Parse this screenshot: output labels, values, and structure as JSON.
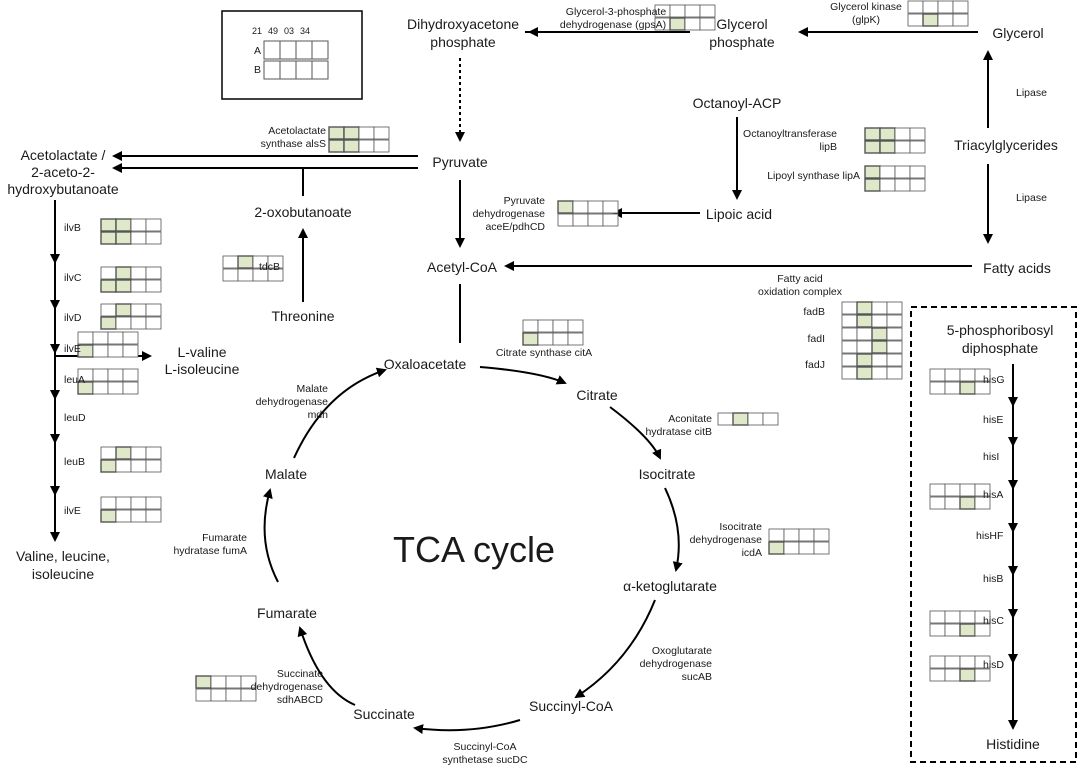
{
  "title": "TCA cycle",
  "legend": {
    "columns": [
      "21",
      "49",
      "03",
      "34"
    ],
    "rows": [
      "A",
      "B"
    ]
  },
  "metabolites": {
    "dhap": [
      "Dihydroxyacetone",
      "phosphate"
    ],
    "glycerol_phosphate": [
      "Glycerol",
      "phosphate"
    ],
    "glycerol": "Glycerol",
    "triacylglycerides": "Triacylglycerides",
    "fatty_acids": "Fatty acids",
    "octanoyl_acp": "Octanoyl-ACP",
    "lipoic_acid": "Lipoic acid",
    "pyruvate": "Pyruvate",
    "acetyl_coa": "Acetyl-CoA",
    "acetolactate": [
      "Acetolactate /",
      "2-aceto-2-",
      "hydroxybutanoate"
    ],
    "oxobutanoate": "2-oxobutanoate",
    "threonine": "Threonine",
    "l_valine": [
      "L-valine",
      "L-isoleucine"
    ],
    "valine": [
      "Valine, leucine,",
      "isoleucine"
    ],
    "oxaloacetate": "Oxaloacetate",
    "citrate": "Citrate",
    "isocitrate": "Isocitrate",
    "akg": "α-ketoglutarate",
    "succinyl_coa": "Succinyl-CoA",
    "succinate": "Succinate",
    "fumarate": "Fumarate",
    "malate": "Malate",
    "prpp": [
      "5-phosphoribosyl",
      "diphosphate"
    ],
    "histidine": "Histidine"
  },
  "enzymes": {
    "gpsA": [
      "Glycerol-3-phosphate",
      "dehydrogenase (gpsA)"
    ],
    "glpK": [
      "Glycerol kinase",
      "(glpK)"
    ],
    "lipase_top": "Lipase",
    "lipase_bottom": "Lipase",
    "lipB": [
      "Octanoyltransferase",
      "lipB"
    ],
    "lipA": "Lipoyl synthase lipA",
    "alsS": [
      "Acetolactate",
      "synthase alsS"
    ],
    "pdh": [
      "Pyruvate",
      "dehydrogenase",
      "aceE/pdhCD"
    ],
    "tdcB": "tdcB",
    "fad_header": [
      "Fatty acid",
      "oxidation complex"
    ],
    "fadB": "fadB",
    "fadI": "fadI",
    "fadJ": "fadJ",
    "citA": "Citrate synthase citA",
    "citB": [
      "Aconitate",
      "hydratase citB"
    ],
    "icdA": [
      "Isocitrate",
      "dehydrogenase",
      "icdA"
    ],
    "sucAB": [
      "Oxoglutarate",
      "dehydrogenase",
      "sucAB"
    ],
    "sucDC": [
      "Succinyl-CoA",
      "synthetase sucDC"
    ],
    "sdh": [
      "Succinate",
      "dehydrogenase",
      "sdhABCD"
    ],
    "fumA": [
      "Fumarate",
      "hydratase fumA"
    ],
    "mdh": [
      "Malate",
      "dehydrogenase",
      "mdh"
    ],
    "ilv": [
      "ilvB",
      "ilvC",
      "ilvD",
      "ilvE",
      "leuA",
      "leuD",
      "leuB",
      "ilvE"
    ],
    "his": [
      "hisG",
      "hisE",
      "hisI",
      "hisA",
      "hisHF",
      "hisB",
      "hisC",
      "hisD"
    ]
  },
  "expression_grids": {
    "alsS": [
      [
        1,
        1,
        0,
        0
      ],
      [
        1,
        1,
        0,
        0
      ]
    ],
    "gpsA": [
      [
        0,
        0,
        0,
        0
      ],
      [
        0,
        1,
        0,
        0
      ]
    ],
    "glpK": [
      [
        0,
        0,
        0,
        0
      ],
      [
        0,
        1,
        0,
        0
      ]
    ],
    "lipB": [
      [
        1,
        1,
        0,
        0
      ],
      [
        1,
        1,
        0,
        0
      ]
    ],
    "lipA": [
      [
        1,
        0,
        0,
        0
      ],
      [
        1,
        0,
        0,
        0
      ]
    ],
    "pdh": [
      [
        1,
        0,
        0,
        0
      ],
      [
        0,
        0,
        0,
        0
      ]
    ],
    "tdcB": [
      [
        0,
        1,
        0,
        0
      ],
      [
        0,
        0,
        0,
        0
      ]
    ],
    "fadB": [
      [
        0,
        1,
        0,
        0
      ],
      [
        0,
        1,
        0,
        0
      ]
    ],
    "fadI": [
      [
        0,
        0,
        1,
        0
      ],
      [
        0,
        0,
        1,
        0
      ]
    ],
    "fadJ": [
      [
        0,
        1,
        0,
        0
      ],
      [
        0,
        1,
        0,
        0
      ]
    ],
    "citA": [
      [
        0,
        0,
        0,
        0
      ],
      [
        1,
        0,
        0,
        0
      ]
    ],
    "citB": [
      [
        0,
        1,
        0,
        0
      ]
    ],
    "icdA": [
      [
        0,
        0,
        0,
        0
      ],
      [
        1,
        0,
        0,
        0
      ]
    ],
    "sdh": [
      [
        1,
        0,
        0,
        0
      ],
      [
        0,
        0,
        0,
        0
      ]
    ],
    "ilvB": [
      [
        1,
        1,
        0,
        0
      ],
      [
        1,
        1,
        0,
        0
      ]
    ],
    "ilvC": [
      [
        0,
        1,
        0,
        0
      ],
      [
        1,
        1,
        0,
        0
      ]
    ],
    "ilvD": [
      [
        0,
        1,
        0,
        0
      ],
      [
        1,
        0,
        0,
        0
      ]
    ],
    "ilvE1": [
      [
        0,
        0,
        0,
        0
      ],
      [
        1,
        0,
        0,
        0
      ]
    ],
    "leuA": [
      [
        0,
        0,
        0,
        0
      ],
      [
        1,
        0,
        0,
        0
      ]
    ],
    "leuB": [
      [
        0,
        1,
        0,
        0
      ],
      [
        1,
        0,
        0,
        0
      ]
    ],
    "ilvE2": [
      [
        0,
        0,
        0,
        0
      ],
      [
        1,
        0,
        0,
        0
      ]
    ],
    "hisG": [
      [
        0,
        0,
        0,
        0
      ],
      [
        0,
        0,
        1,
        0
      ]
    ],
    "hisA": [
      [
        0,
        0,
        0,
        0
      ],
      [
        0,
        0,
        1,
        0
      ]
    ],
    "hisC": [
      [
        0,
        0,
        0,
        0
      ],
      [
        0,
        0,
        1,
        0
      ]
    ],
    "hisD": [
      [
        0,
        0,
        0,
        0
      ],
      [
        0,
        0,
        1,
        0
      ]
    ]
  },
  "colors": {
    "fill": "#dfe8c8",
    "line": "#000000",
    "grid_border": "#555555"
  }
}
